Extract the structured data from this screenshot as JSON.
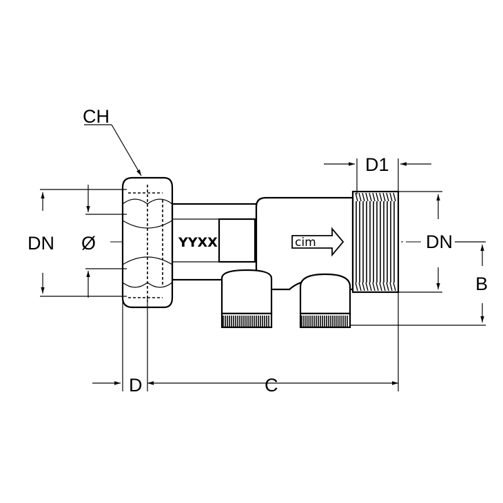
{
  "labels": {
    "ch": "CH",
    "dn_left": "DN",
    "diameter": "Ø",
    "d1": "D1",
    "dn_right": "DN",
    "b": "B",
    "d": "D",
    "c": "C"
  },
  "markings": {
    "code": "YYXX",
    "brand": "cim"
  }
}
